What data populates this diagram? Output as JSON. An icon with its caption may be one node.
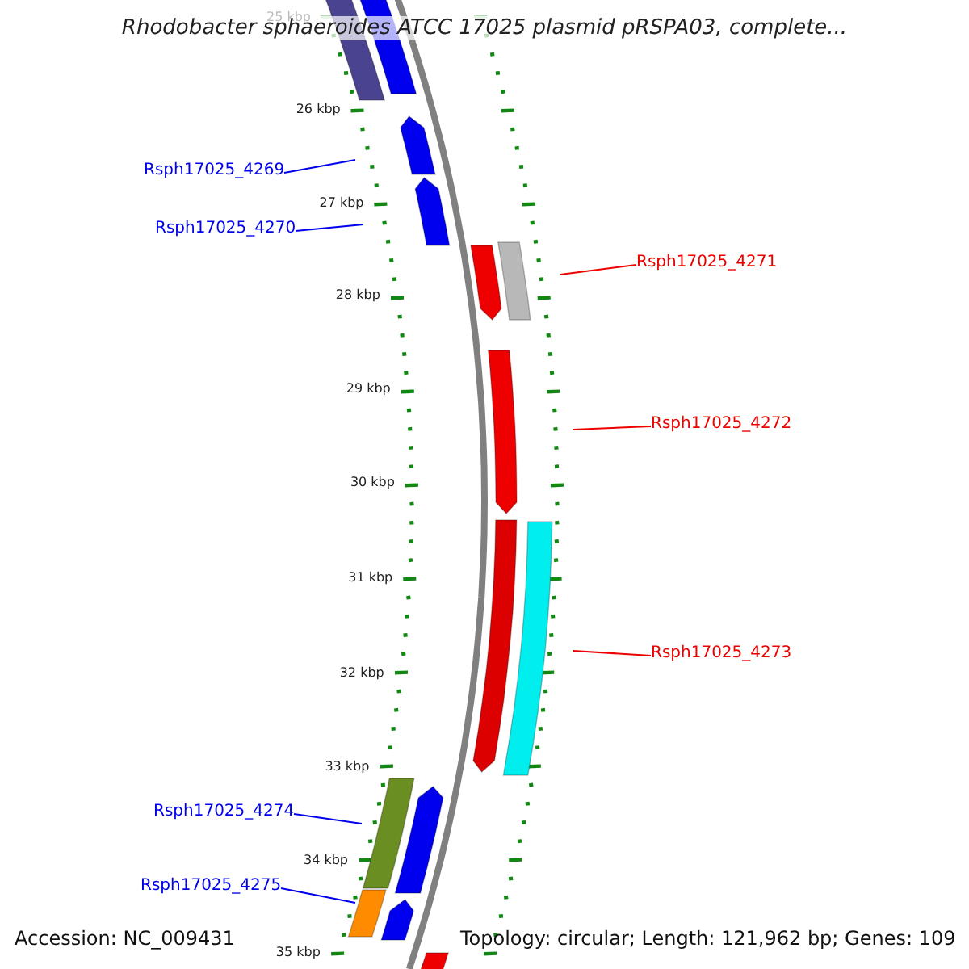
{
  "diagram": {
    "title": "Rhodobacter sphaeroides ATCC 17025 plasmid pRSPA03, complete...",
    "nodes": [
      {
        "text": [
          "Rsph17025_4269"
        ]
      },
      {
        "text": [
          "Rsph17025_4270"
        ]
      },
      {
        "text": [
          "Rsph17025_4271"
        ]
      },
      {
        "text": [
          "Rsph17025_4272"
        ]
      },
      {
        "text": [
          "Rsph17025_4273"
        ]
      },
      {
        "text": [
          "Rsph17025_4274"
        ]
      },
      {
        "text": [
          "Rsph17025_4275"
        ]
      }
    ],
    "edges": [
      {
        "from": 0,
        "to": null,
        "arrow": "none",
        "color": "#0000ee"
      },
      {
        "from": 1,
        "to": null,
        "arrow": "none",
        "color": "#0000ee"
      },
      {
        "from": 2,
        "to": null,
        "arrow": "none",
        "color": "#ee0000"
      },
      {
        "from": 3,
        "to": null,
        "arrow": "none",
        "color": "#ee0000"
      },
      {
        "from": 4,
        "to": null,
        "arrow": "none",
        "color": "#ee0000"
      },
      {
        "from": 5,
        "to": null,
        "arrow": "none",
        "color": "#0000ee"
      },
      {
        "from": 6,
        "to": null,
        "arrow": "none",
        "color": "#0000ee"
      }
    ],
    "labels": [
      "25 kbp",
      "26 kbp",
      "27 kbp",
      "28 kbp",
      "29 kbp",
      "30 kbp",
      "31 kbp",
      "32 kbp",
      "33 kbp",
      "34 kbp",
      "35 kbp",
      "Accession: NC_009431",
      "Topology: circular; Length: 121,962 bp; Genes: 109"
    ]
  }
}
